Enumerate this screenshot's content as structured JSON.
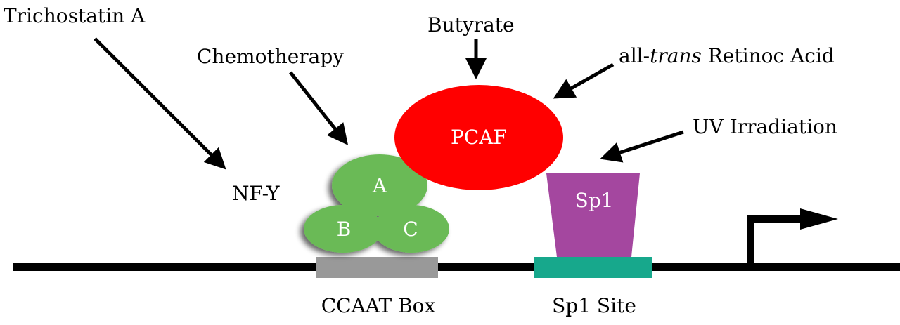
{
  "labels": {
    "trichostatin": "Trichostatin A",
    "chemotherapy": "Chemotherapy",
    "butyrate": "Butyrate",
    "atra_prefix": "all-",
    "atra_italic": "trans",
    "atra_suffix": " Retinoc Acid",
    "uv": "UV Irradiation",
    "nfy": "NF-Y",
    "pcaf": "PCAF",
    "sp1": "Sp1",
    "subunit_a": "A",
    "subunit_b": "B",
    "subunit_c": "C",
    "ccaat_box": "CCAAT Box",
    "sp1_site": "Sp1 Site"
  },
  "colors": {
    "pcaf": "#ff0000",
    "nfy": "#6aba57",
    "sp1": "#a4479f",
    "ccaat_box": "#999999",
    "sp1_site": "#17a88c",
    "dna": "#000000"
  }
}
